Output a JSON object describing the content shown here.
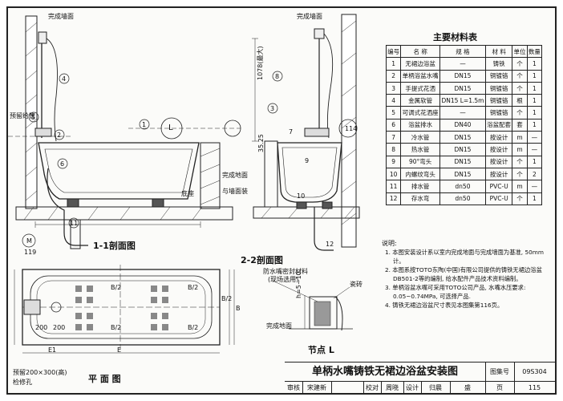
{
  "drawing": {
    "title": "单柄水嘴铸铁无裙边浴盆安装图",
    "atlas_label": "图集号",
    "atlas_no": "09S304",
    "page_label": "页",
    "page_no": "115",
    "signature_row": [
      "审核",
      "宋建新",
      "校对",
      "周晓",
      "设计",
      "归晨",
      "盛"
    ]
  },
  "views": {
    "section11": "1-1剖面图",
    "section22": "2-2剖面图",
    "plan": "平 面 图",
    "node": "节点 L"
  },
  "labels": {
    "finished_wall_1": "完成墙面",
    "finished_wall_2": "完成墙面",
    "shelf_pipe": "预留给管",
    "finished_floor": "完成地面",
    "slip_wall": "与墙面装",
    "base": "底座",
    "waterproof": "防水嘴密封材料",
    "waterproof_sub": "(现场选用)",
    "tile": "瓷砖",
    "finished_floor_node": "完成地面",
    "reserve_hole": "预留200×300(高)",
    "access_hole": "检修孔",
    "L": "L",
    "height1": "1078(最大)",
    "height2": "35.25",
    "d114": "114",
    "d119": "119",
    "M": "M",
    "dim200a": "200",
    "dim200b": "200",
    "B2a": "B/2",
    "B2b": "B/2",
    "B2c": "B/2",
    "B2d": "B/2",
    "B2e": "B/2",
    "Blabel": "B",
    "E": "E",
    "E1": "E1",
    "h": "h=5~10",
    "n1": "1",
    "n2": "2",
    "n3": "3",
    "n4": "4",
    "n5": "5",
    "n6": "6",
    "n7": "7",
    "n8": "8",
    "n9": "9",
    "n10": "10",
    "n11": "11",
    "n12": "12"
  },
  "materials": {
    "title": "主要材料表",
    "headers": [
      "编号",
      "名 称",
      "规 格",
      "材 料",
      "单位",
      "数量"
    ],
    "rows": [
      [
        "1",
        "无裙边浴盆",
        "—",
        "铸铁",
        "个",
        "1"
      ],
      [
        "2",
        "单柄浴盆水嘴",
        "DN15",
        "铜镀铬",
        "个",
        "1"
      ],
      [
        "3",
        "手提式花洒",
        "DN15",
        "铜镀铬",
        "个",
        "1"
      ],
      [
        "4",
        "金属软管",
        "DN15 L=1.5m",
        "铜镀铬",
        "根",
        "1"
      ],
      [
        "5",
        "可调式花洒座",
        "—",
        "铜镀铬",
        "个",
        "1"
      ],
      [
        "6",
        "浴盆排水",
        "DN40",
        "浴盆配套",
        "套",
        "1"
      ],
      [
        "7",
        "冷水管",
        "DN15",
        "按设计",
        "m",
        "—"
      ],
      [
        "8",
        "热水管",
        "DN15",
        "按设计",
        "m",
        "—"
      ],
      [
        "9",
        "90°弯头",
        "DN15",
        "按设计",
        "个",
        "1"
      ],
      [
        "10",
        "内螺纹弯头",
        "DN15",
        "按设计",
        "个",
        "2"
      ],
      [
        "11",
        "排水管",
        "dn50",
        "PVC-U",
        "m",
        "—"
      ],
      [
        "12",
        "存水弯",
        "dn50",
        "PVC-U",
        "个",
        "1"
      ]
    ]
  },
  "notes": {
    "head": "说明:",
    "items": [
      "1. 本图安装设计系以室内完成地面与完成墙面为基准, 50mm计。",
      "2. 本图系按TOTO东陶(中国)有限公司提供的铸铁无裙边浴盆DB501-2等的编制, 给水配件产品技术资料编制。",
      "3. 单柄浴盆水嘴可采用TOTO公司产品, 水嘴水压要求: 0.05~0.74MPa, 可选择产品.",
      "4. 铸铁无裙边浴盆尺寸表见本图集第116页。"
    ]
  }
}
